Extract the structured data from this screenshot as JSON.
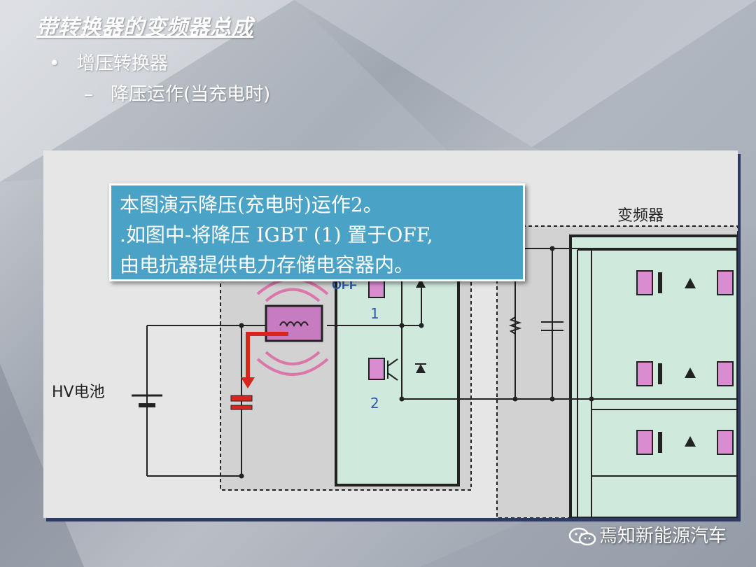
{
  "slide": {
    "title": "带转换器的变频器总成",
    "bullet1": "增压转换器",
    "bullet2": "降压运作(当充电时)"
  },
  "callout": {
    "line1": "本图演示降压(充电时)运作2。",
    "line2": ".如图中-将降压 IGBT (1) 置于OFF,",
    "line3": "由电抗器提供电力存储电容器内。"
  },
  "diagram": {
    "inverter_label": "变频器",
    "battery_label": "HV电池",
    "off_label": "OFF",
    "igbt1_num": "1",
    "igbt2_num": "2"
  },
  "watermark": "焉知新能源汽车",
  "colors": {
    "panel_bg": "#e6e6e6",
    "module_fill": "#cfe9dc",
    "gate_fill": "#d98ccf",
    "callout_bg": "#4aa3c6",
    "arrow": "#d8261f",
    "wave": "#e0509a"
  }
}
